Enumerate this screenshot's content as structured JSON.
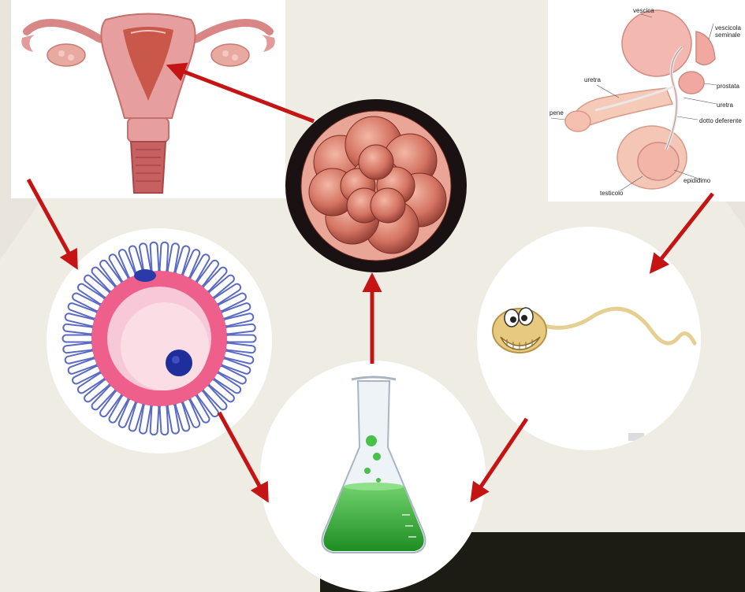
{
  "male_anatomy": {
    "labels": {
      "vescica": "vescica",
      "vescicola_line1": "vescicola",
      "vescicola_line2": "seminale",
      "uretra_left": "uretra",
      "prostata": "prostata",
      "uretra_right": "uretra",
      "pene": "pene",
      "dotto": "dotto deferente",
      "epididimo": "epididimo",
      "testicolo": "testicolo"
    }
  },
  "colors": {
    "arrow": "#c41414",
    "background": "#efece4",
    "dark_block": "#1c1c14",
    "liquid": "#2aa52a",
    "embryo": "#c9584a"
  },
  "nodes": [
    {
      "name": "uterus",
      "icon": "uterus-illustration"
    },
    {
      "name": "embryo",
      "icon": "embryo-cells"
    },
    {
      "name": "male-reproductive",
      "icon": "male-reproductive-illustration"
    },
    {
      "name": "egg-cell",
      "icon": "egg-cell"
    },
    {
      "name": "sperm",
      "icon": "sperm-cartoon"
    },
    {
      "name": "flask",
      "icon": "lab-flask"
    }
  ]
}
